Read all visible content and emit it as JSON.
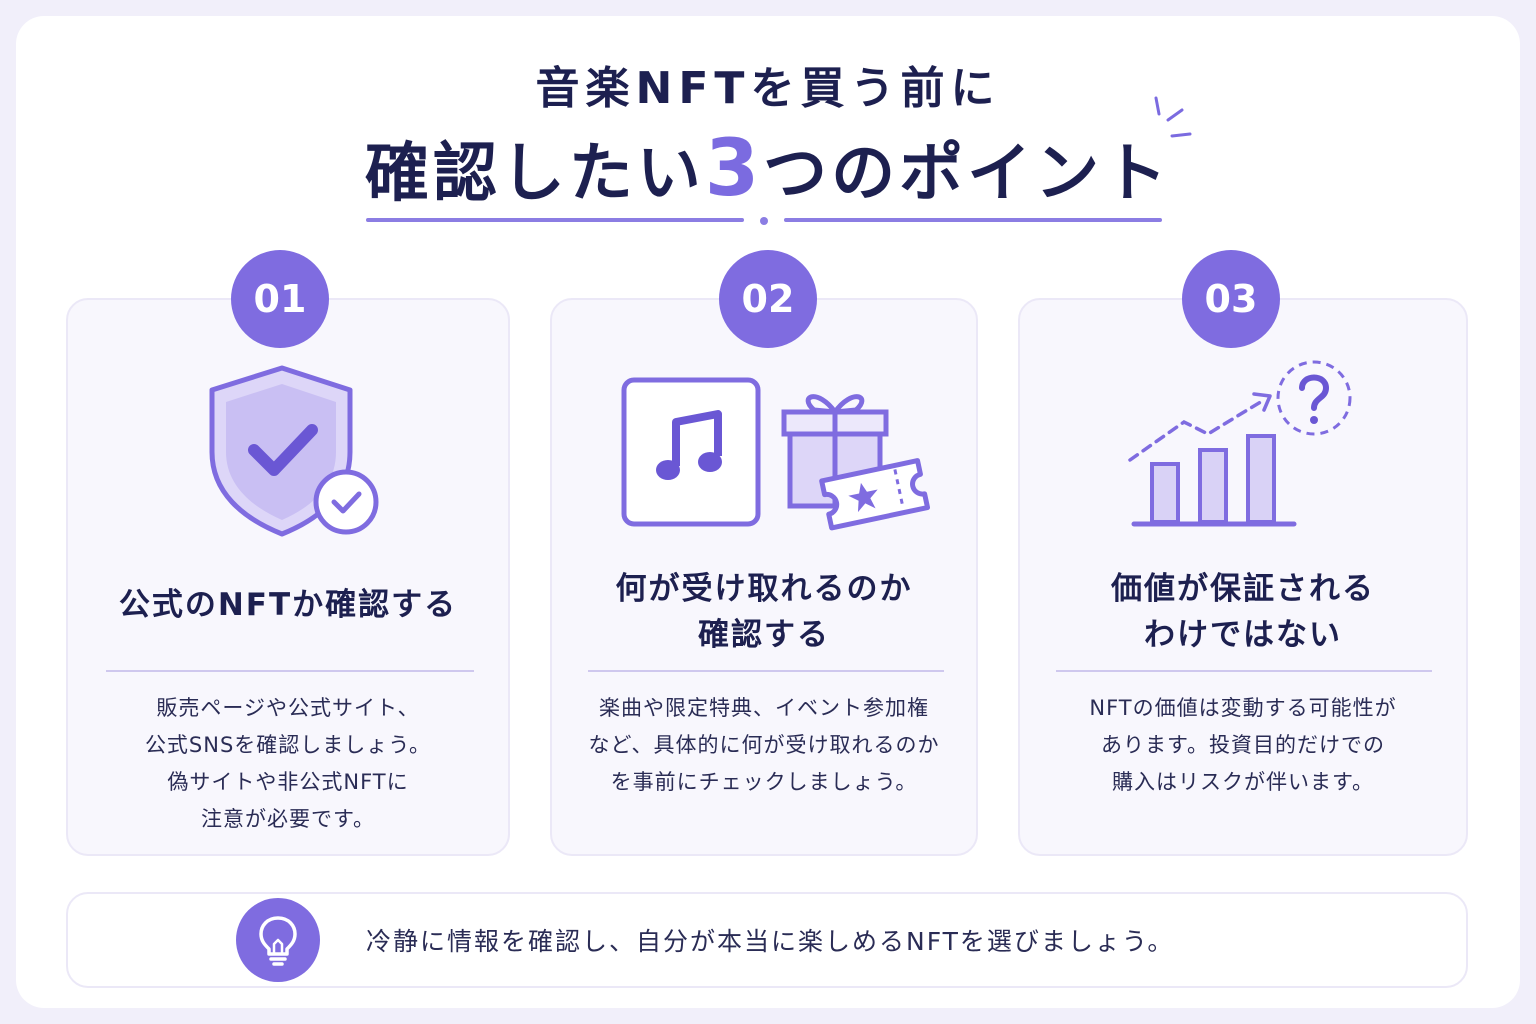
{
  "header": {
    "title_line1": "音楽NFTを買う前に",
    "title_line2_before": "確認したい",
    "title_line2_number": "3",
    "title_line2_after": "つのポイント"
  },
  "points": [
    {
      "number": "01",
      "icon": "shield-check-icon",
      "title": [
        "公式のNFTか確認する"
      ],
      "description": [
        "販売ページや公式サイト、",
        "公式SNSを確認しましょう。",
        "偽サイトや非公式NFTに",
        "注意が必要です。"
      ]
    },
    {
      "number": "02",
      "icon": "music-gift-ticket-icon",
      "title": [
        "何が受け取れるのか",
        "確認する"
      ],
      "description": [
        "楽曲や限定特典、イベント参加権",
        "など、具体的に何が受け取れるのか",
        "を事前にチェックしましょう。"
      ]
    },
    {
      "number": "03",
      "icon": "chart-question-icon",
      "title": [
        "価値が保証される",
        "わけではない"
      ],
      "description": [
        "NFTの価値は変動する可能性が",
        "あります。投資目的だけでの",
        "購入はリスクが伴います。"
      ]
    }
  ],
  "footer": {
    "icon": "lightbulb-icon",
    "text": "冷静に情報を確認し、自分が本当に楽しめるNFTを選びましょう。"
  },
  "colors": {
    "accent": "#7f6ce0",
    "accent_light": "#d9d2f6",
    "title": "#1d2050",
    "background": "#f1effa"
  }
}
